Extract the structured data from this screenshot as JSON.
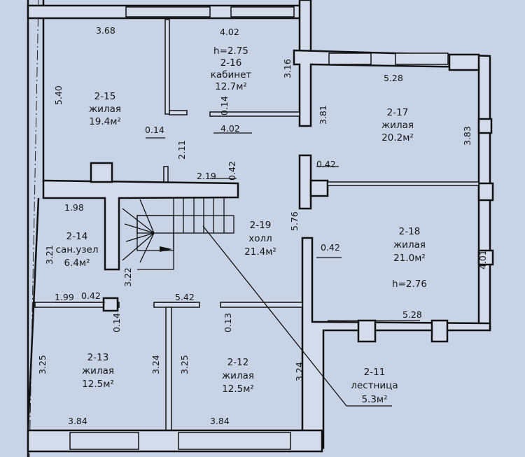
{
  "plan": {
    "rooms": [
      {
        "id": "2-15",
        "type": "жилая",
        "area": "19.4м²"
      },
      {
        "id": "2-16",
        "type": "кабинет",
        "area": "12.7м²",
        "height": "h=2.75"
      },
      {
        "id": "2-17",
        "type": "жилая",
        "area": "20.2м²"
      },
      {
        "id": "2-14",
        "type": "сан.узел",
        "area": "6.4м²"
      },
      {
        "id": "2-19",
        "type": "холл",
        "area": "21.4м²"
      },
      {
        "id": "2-18",
        "type": "жилая",
        "area": "21.0м²",
        "height": "h=2.76"
      },
      {
        "id": "2-13",
        "type": "жилая",
        "area": "12.5м²"
      },
      {
        "id": "2-12",
        "type": "жилая",
        "area": "12.5м²"
      },
      {
        "id": "2-11",
        "type": "лестница",
        "area": "5.3м²"
      }
    ],
    "dims": {
      "d368": "3.68",
      "d402a": "4.02",
      "d316": "3.16",
      "d540": "5.40",
      "d014a": "0.14",
      "d014b": "0.14",
      "d402b": "4.02",
      "d528a": "5.28",
      "d381": "3.81",
      "d383": "3.83",
      "d211": "2.11",
      "d219": "2.19",
      "d042a": "0.42",
      "d042b": "0.42",
      "d198": "1.98",
      "d321": "3.21",
      "d322": "3.22",
      "d576": "5.76",
      "d042c": "0.42",
      "d401": "4.01",
      "d199": "1.99",
      "d042d": "0.42",
      "d542": "5.42",
      "d014c": "0.14",
      "d013": "0.13",
      "d528b": "5.28",
      "d325a": "3.25",
      "d324a": "3.24",
      "d325b": "3.25",
      "d324b": "3.24",
      "d384a": "3.84",
      "d384b": "3.84"
    }
  }
}
